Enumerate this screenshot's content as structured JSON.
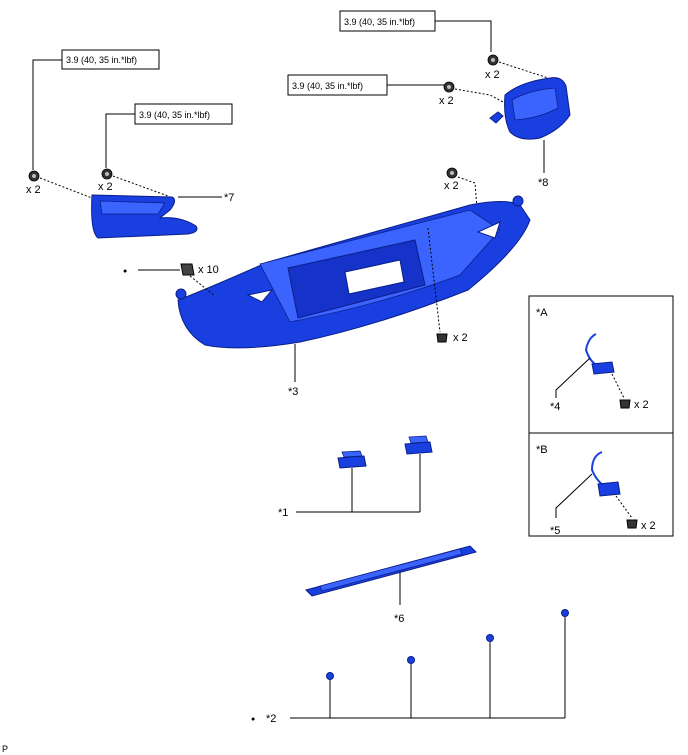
{
  "torques": [
    "3.9 (40, 35 in.*lbf)",
    "3.9 (40, 35 in.*lbf)",
    "3.9 (40, 35 in.*lbf)",
    "3.9 (40, 35 in.*lbf)"
  ],
  "qty": {
    "x2": "x 2",
    "x10": "x 10"
  },
  "labels": {
    "p7": "*7",
    "p8": "*8",
    "p3": "*3",
    "p1": "*1",
    "p6": "*6",
    "p2": "*2",
    "p4": "*4",
    "p5": "*5",
    "A": "*A",
    "B": "*B"
  },
  "bullet": "●",
  "corner_mark": "P"
}
